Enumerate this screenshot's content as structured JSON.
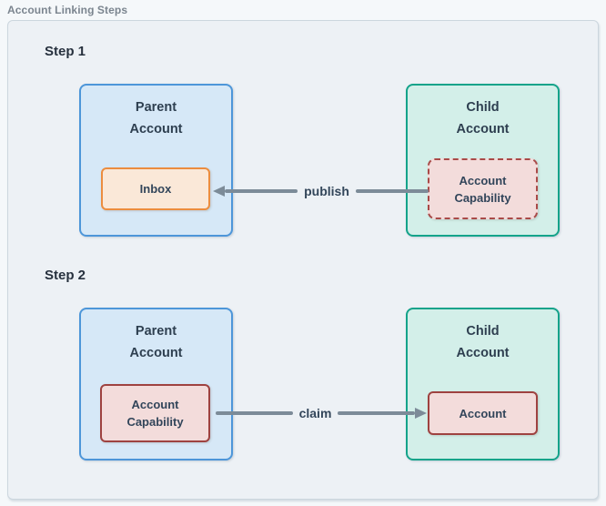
{
  "figure": {
    "title": "Account Linking Steps"
  },
  "colors": {
    "container_bg": "#edf1f5",
    "container_border": "#ccd6de",
    "parent_fill": "#d6e8f7",
    "parent_border": "#4d96d9",
    "child_fill": "#d3efe9",
    "child_border": "#14a38a",
    "inbox_fill": "#fae8d8",
    "inbox_border": "#ec8d3f",
    "capability_fill": "#f3dcdb",
    "capability_border_solid": "#9e4240",
    "capability_border_dashed": "#a94a48",
    "arrow": "#7c8b98",
    "heading_text": "#27313e",
    "node_text": "#32455a",
    "title_text": "#7b858f"
  },
  "steps": [
    {
      "heading": "Step 1",
      "parent": {
        "title": "Parent\nAccount",
        "node": "Inbox"
      },
      "child": {
        "title": "Child\nAccount",
        "node": "Account\nCapability"
      },
      "arrow": {
        "label": "publish",
        "direction": "left"
      }
    },
    {
      "heading": "Step 2",
      "parent": {
        "title": "Parent\nAccount",
        "node": "Account\nCapability"
      },
      "child": {
        "title": "Child\nAccount",
        "node": "Account"
      },
      "arrow": {
        "label": "claim",
        "direction": "right"
      }
    }
  ]
}
